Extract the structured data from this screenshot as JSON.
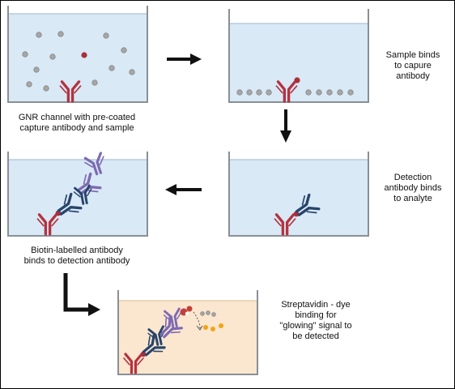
{
  "captions": {
    "step1": [
      "GNR channel with pre-coated",
      "capture antibody and sample"
    ],
    "step2": [
      "Sample binds",
      "to capure",
      "antibody"
    ],
    "step3": [
      "Detection",
      "antibody binds",
      "to analyte"
    ],
    "step4": [
      "Biotin-labelled antibody",
      "binds to detection antibody"
    ],
    "step5": [
      "Streptavidin - dye",
      "binding for",
      "\"glowing\" signal to",
      "be detected"
    ]
  },
  "colors": {
    "liquid_blue": "#d9e9f6",
    "liquid_orange": "#fbe6cf",
    "container": "#8a8f96",
    "capture_antibody": "#b5323f",
    "detection_antibody": "#27446b",
    "biotin_antibody": "#7d6ab3",
    "particle_grey": "#a6a6a6",
    "analyte_red": "#a8303a",
    "dye_gold": "#f0a418",
    "arrow": "#111111"
  },
  "icons": [
    "flow-arrow-icon",
    "capture-antibody-icon",
    "detection-antibody-icon",
    "biotin-antibody-icon",
    "analyte-icon",
    "streptavidin-dye-icon"
  ]
}
